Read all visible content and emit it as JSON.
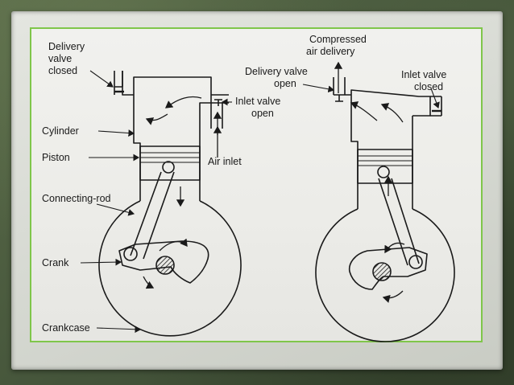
{
  "left_engine": {
    "delivery_valve_closed": [
      "Delivery",
      "valve",
      "closed"
    ],
    "inlet_valve_open": [
      "Inlet valve",
      "open"
    ],
    "cylinder": "Cylinder",
    "piston": "Piston",
    "air_inlet": "Air inlet",
    "connecting_rod": "Connecting-rod",
    "crank": "Crank",
    "crankcase": "Crankcase"
  },
  "right_engine": {
    "compressed_air_delivery": [
      "Compressed",
      "air delivery"
    ],
    "delivery_valve_open": [
      "Delivery valve",
      "open"
    ],
    "inlet_valve_closed": [
      "Inlet valve",
      "closed"
    ]
  },
  "colors": {
    "frame_border": "#7fc64a",
    "background": "#4a5a3c",
    "ink": "#1a1a1a"
  }
}
